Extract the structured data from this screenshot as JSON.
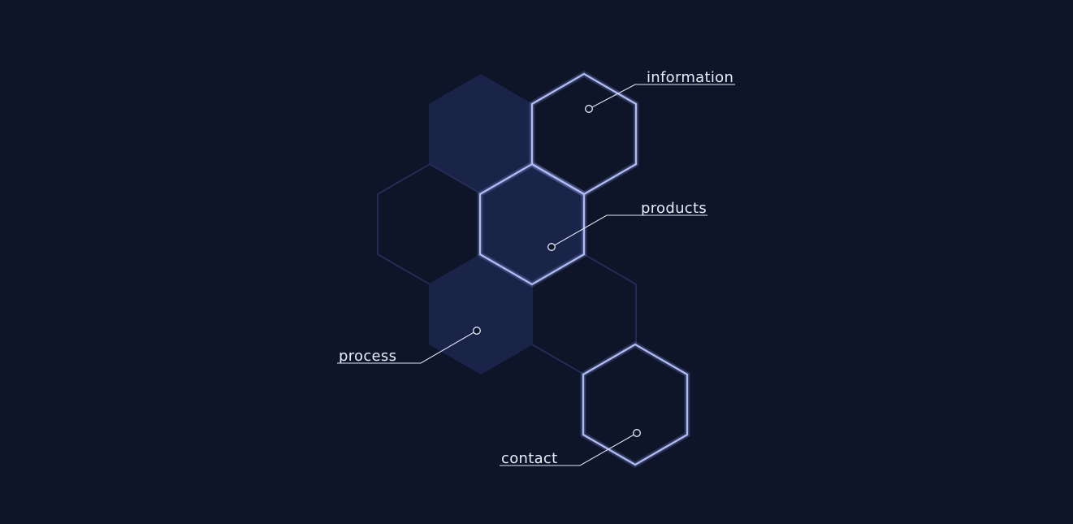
{
  "theme": {
    "background": "#0f1528",
    "hex_fill": "#1a2448",
    "hex_outline_dim": "#26305a",
    "hex_outline_bright": "#aebaf0",
    "label_color": "#e8ecff"
  },
  "nav": {
    "information": {
      "label": "information"
    },
    "products": {
      "label": "products"
    },
    "process": {
      "label": "process"
    },
    "contact": {
      "label": "contact"
    }
  }
}
